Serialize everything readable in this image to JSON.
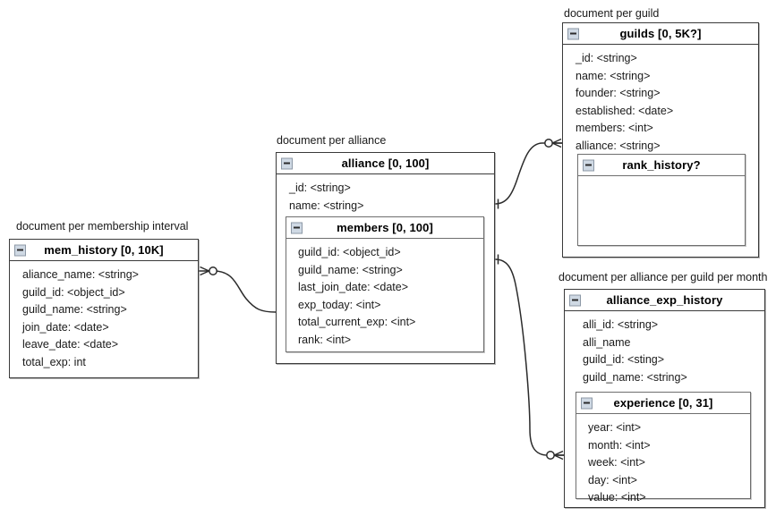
{
  "diagram": {
    "type": "document-schema-er-diagram",
    "background": "#ffffff",
    "line_color": "#2b2b2b"
  },
  "entities": [
    {
      "id": "mem_history",
      "caption": "document per membership interval",
      "title": "mem_history [0, 10K]",
      "collapse_icon": "minus-box-icon",
      "fields": [
        "aliance_name: <string>",
        "guild_id: <object_id>",
        "guild_name: <string>",
        "join_date: <date>",
        "leave_date: <date>",
        "total_exp: int"
      ]
    },
    {
      "id": "alliance",
      "caption": "document per alliance",
      "title": "alliance [0, 100]",
      "collapse_icon": "minus-box-icon",
      "fields": [
        "_id: <string>",
        "name: <string>"
      ],
      "sub": {
        "id": "members",
        "title": "members [0, 100]",
        "collapse_icon": "minus-box-icon",
        "fields": [
          "guild_id: <object_id>",
          "guild_name: <string>",
          "last_join_date: <date>",
          "exp_today: <int>",
          "total_current_exp: <int>",
          "rank: <int>"
        ]
      }
    },
    {
      "id": "guilds",
      "caption": "document per guild",
      "title": "guilds [0, 5K?]",
      "collapse_icon": "minus-box-icon",
      "fields": [
        "_id: <string>",
        "name: <string>",
        "founder: <string>",
        "established: <date>",
        "members: <int>",
        "alliance: <string>"
      ],
      "sub": {
        "id": "rank_history",
        "title": "rank_history?",
        "collapse_icon": "minus-box-icon",
        "fields": []
      }
    },
    {
      "id": "alliance_exp_history",
      "caption": "document per alliance per guild per month",
      "title": "alliance_exp_history",
      "collapse_icon": "minus-box-icon",
      "fields": [
        "alli_id: <string>",
        "alli_name",
        "guild_id: <sting>",
        "guild_name: <string>"
      ],
      "sub": {
        "id": "experience",
        "title": "experience [0, 31]",
        "collapse_icon": "minus-box-icon",
        "fields": [
          "year: <int>",
          "month: <int>",
          "week: <int>",
          "day: <int>",
          "value: <int>"
        ]
      }
    }
  ],
  "relationships": [
    {
      "id": "mem_history-to-members",
      "from": "mem_history",
      "to": "members",
      "from_cardinality": "zero-or-many",
      "to_cardinality": "exactly-one"
    },
    {
      "id": "alliance-to-guilds",
      "from": "alliance",
      "to": "guilds",
      "from_cardinality": "exactly-one",
      "to_cardinality": "zero-or-many"
    },
    {
      "id": "members-to-experience",
      "from": "members",
      "to": "alliance_exp_history",
      "from_cardinality": "exactly-one",
      "to_cardinality": "zero-or-many"
    }
  ]
}
